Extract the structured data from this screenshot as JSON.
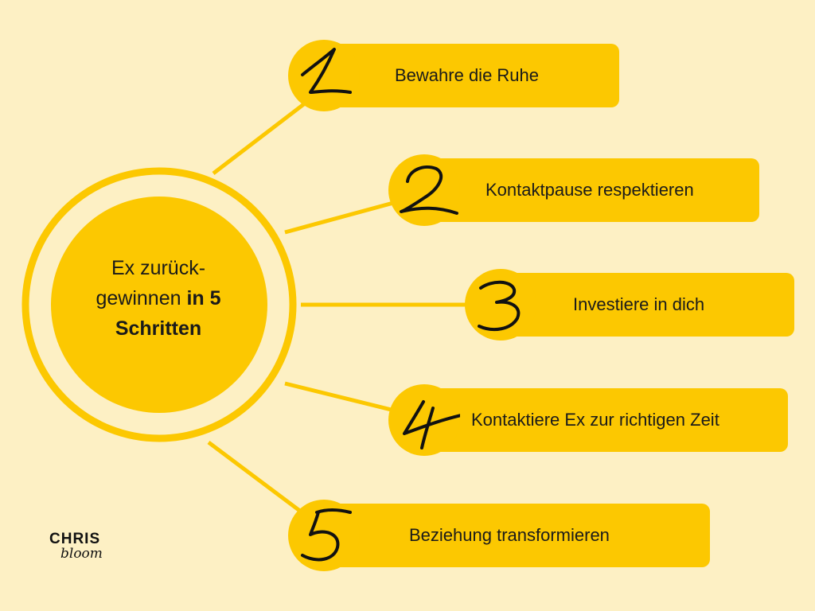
{
  "hub": {
    "line1": "Ex zurück-",
    "line2_plain": "gewinnen ",
    "line2_bold": "in 5",
    "line3_bold": "Schritten"
  },
  "steps": [
    {
      "number": "1",
      "label": "Bewahre die Ruhe"
    },
    {
      "number": "2",
      "label": "Kontaktpause respektieren"
    },
    {
      "number": "3",
      "label": "Investiere in dich"
    },
    {
      "number": "4",
      "label": "Kontaktiere Ex zur richtigen Zeit"
    },
    {
      "number": "5",
      "label": "Beziehung transformieren"
    }
  ],
  "logo": {
    "line1": "CHRIS",
    "line2": "bloom"
  },
  "colors": {
    "background": "#fdf0c4",
    "accent": "#fcc801",
    "text": "#1a1a1a"
  }
}
